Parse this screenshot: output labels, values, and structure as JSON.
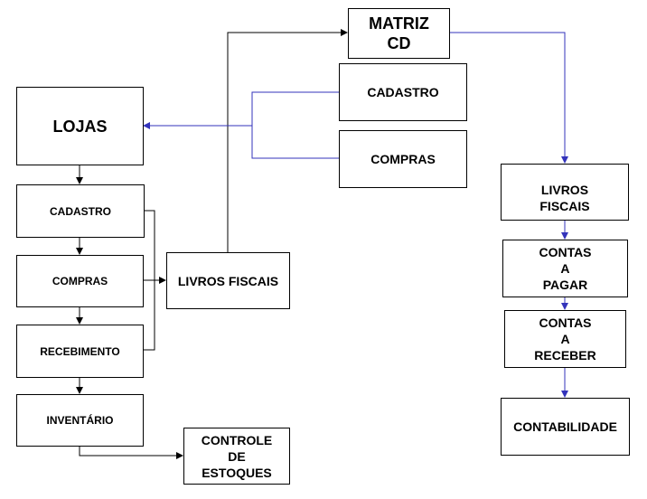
{
  "diagram": {
    "colors": {
      "black_link": "#000000",
      "blue_link": "#3333bb"
    },
    "matriz": {
      "lines": [
        "MATRIZ",
        "CD"
      ]
    },
    "matriz_cadastro": {
      "label": "CADASTRO"
    },
    "matriz_compras": {
      "label": "COMPRAS"
    },
    "lojas": {
      "label": "LOJAS"
    },
    "lojas_cadastro": {
      "label": "CADASTRO"
    },
    "lojas_compras": {
      "label": "COMPRAS"
    },
    "lojas_recebimento": {
      "label": "RECEBIMENTO"
    },
    "lojas_inventario": {
      "label": "INVENTÁRIO"
    },
    "lojas_livros_fiscais": {
      "label": "LIVROS FISCAIS"
    },
    "controle_estoques": {
      "lines": [
        "CONTROLE",
        "DE",
        "ESTOQUES"
      ]
    },
    "cd_livros_fiscais": {
      "lines": [
        "LIVROS",
        "FISCAIS"
      ]
    },
    "contas_pagar": {
      "lines": [
        "CONTAS",
        "A",
        "PAGAR"
      ]
    },
    "contas_receber": {
      "lines": [
        "CONTAS",
        "A",
        "RECEBER"
      ]
    },
    "contabilidade": {
      "label": "CONTABILIDADE"
    }
  }
}
